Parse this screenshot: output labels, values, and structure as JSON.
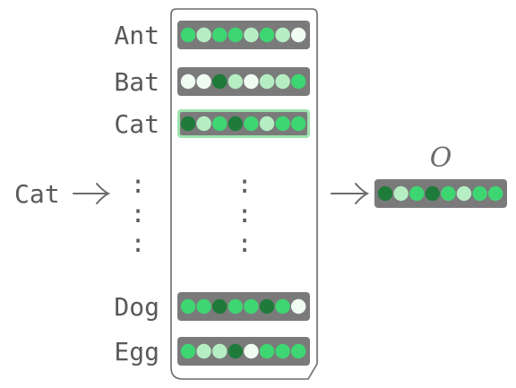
{
  "palette": {
    "0": "#f0fbf2",
    "1": "#b6eec4",
    "2": "#3ed672",
    "3": "#1f7b3a"
  },
  "colors": {
    "label": "#595959",
    "bar": "#7a7a7a",
    "bar_highlight": "#9de3ad",
    "outline": "#6b6b6b"
  },
  "input_word": "Cat",
  "output_label": "O",
  "ellipsis_glyph": ":",
  "embedding_table": {
    "rows": [
      {
        "word": "Ant",
        "vector": [
          2,
          1,
          2,
          2,
          1,
          2,
          1,
          0
        ]
      },
      {
        "word": "Bat",
        "vector": [
          0,
          0,
          3,
          1,
          0,
          1,
          1,
          2
        ]
      },
      {
        "word": "Cat",
        "vector": [
          3,
          1,
          2,
          3,
          2,
          1,
          2,
          2
        ],
        "highlighted": true
      },
      {
        "word": "Dog",
        "vector": [
          2,
          2,
          3,
          2,
          2,
          3,
          2,
          0
        ]
      },
      {
        "word": "Egg",
        "vector": [
          2,
          1,
          1,
          3,
          0,
          2,
          2,
          2
        ]
      }
    ]
  },
  "output_vector": [
    3,
    1,
    2,
    3,
    2,
    1,
    2,
    2
  ]
}
